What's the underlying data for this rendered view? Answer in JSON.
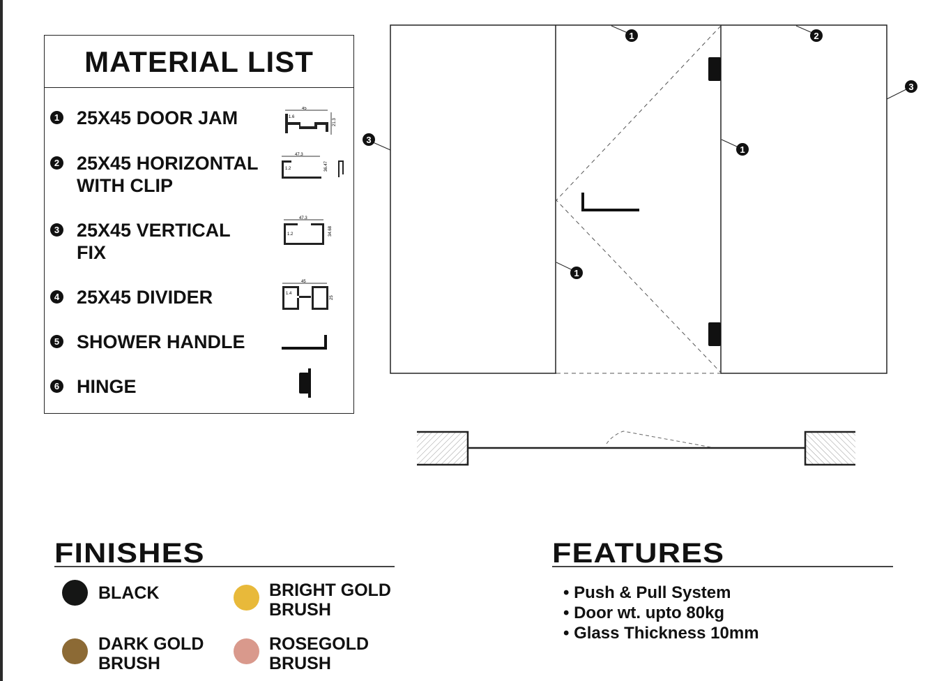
{
  "material_list": {
    "title": "MATERIAL LIST",
    "items": [
      {
        "num": "1",
        "label": "25X45 DOOR JAM",
        "dims": [
          "45",
          "1.6",
          "21.3"
        ]
      },
      {
        "num": "2",
        "label": "25X45 HORIZONTAL\nWITH CLIP",
        "dims": [
          "47.3",
          "1.2",
          "36.47"
        ]
      },
      {
        "num": "3",
        "label": "25X45 VERTICAL\nFIX",
        "dims": [
          "47.3",
          "1.2",
          "34.68"
        ]
      },
      {
        "num": "4",
        "label": "25X45 DIVIDER",
        "dims": [
          "45",
          "1.4",
          "25"
        ]
      },
      {
        "num": "5",
        "label": "SHOWER HANDLE"
      },
      {
        "num": "6",
        "label": "HINGE"
      }
    ]
  },
  "callouts": [
    "1",
    "2",
    "3",
    "3",
    "1",
    "1"
  ],
  "finishes": {
    "title": "FINISHES",
    "items": [
      {
        "label": "BLACK",
        "color": "#151615"
      },
      {
        "label": "BRIGHT GOLD\nBRUSH",
        "color": "#e8b93a"
      },
      {
        "label": "DARK GOLD\nBRUSH",
        "color": "#8c6a35"
      },
      {
        "label": "ROSEGOLD\nBRUSH",
        "color": "#d9998c"
      }
    ]
  },
  "features": {
    "title": "FEATURES",
    "items": [
      "• Push & Pull System",
      "• Door wt. upto 80kg",
      "• Glass Thickness 10mm"
    ]
  }
}
